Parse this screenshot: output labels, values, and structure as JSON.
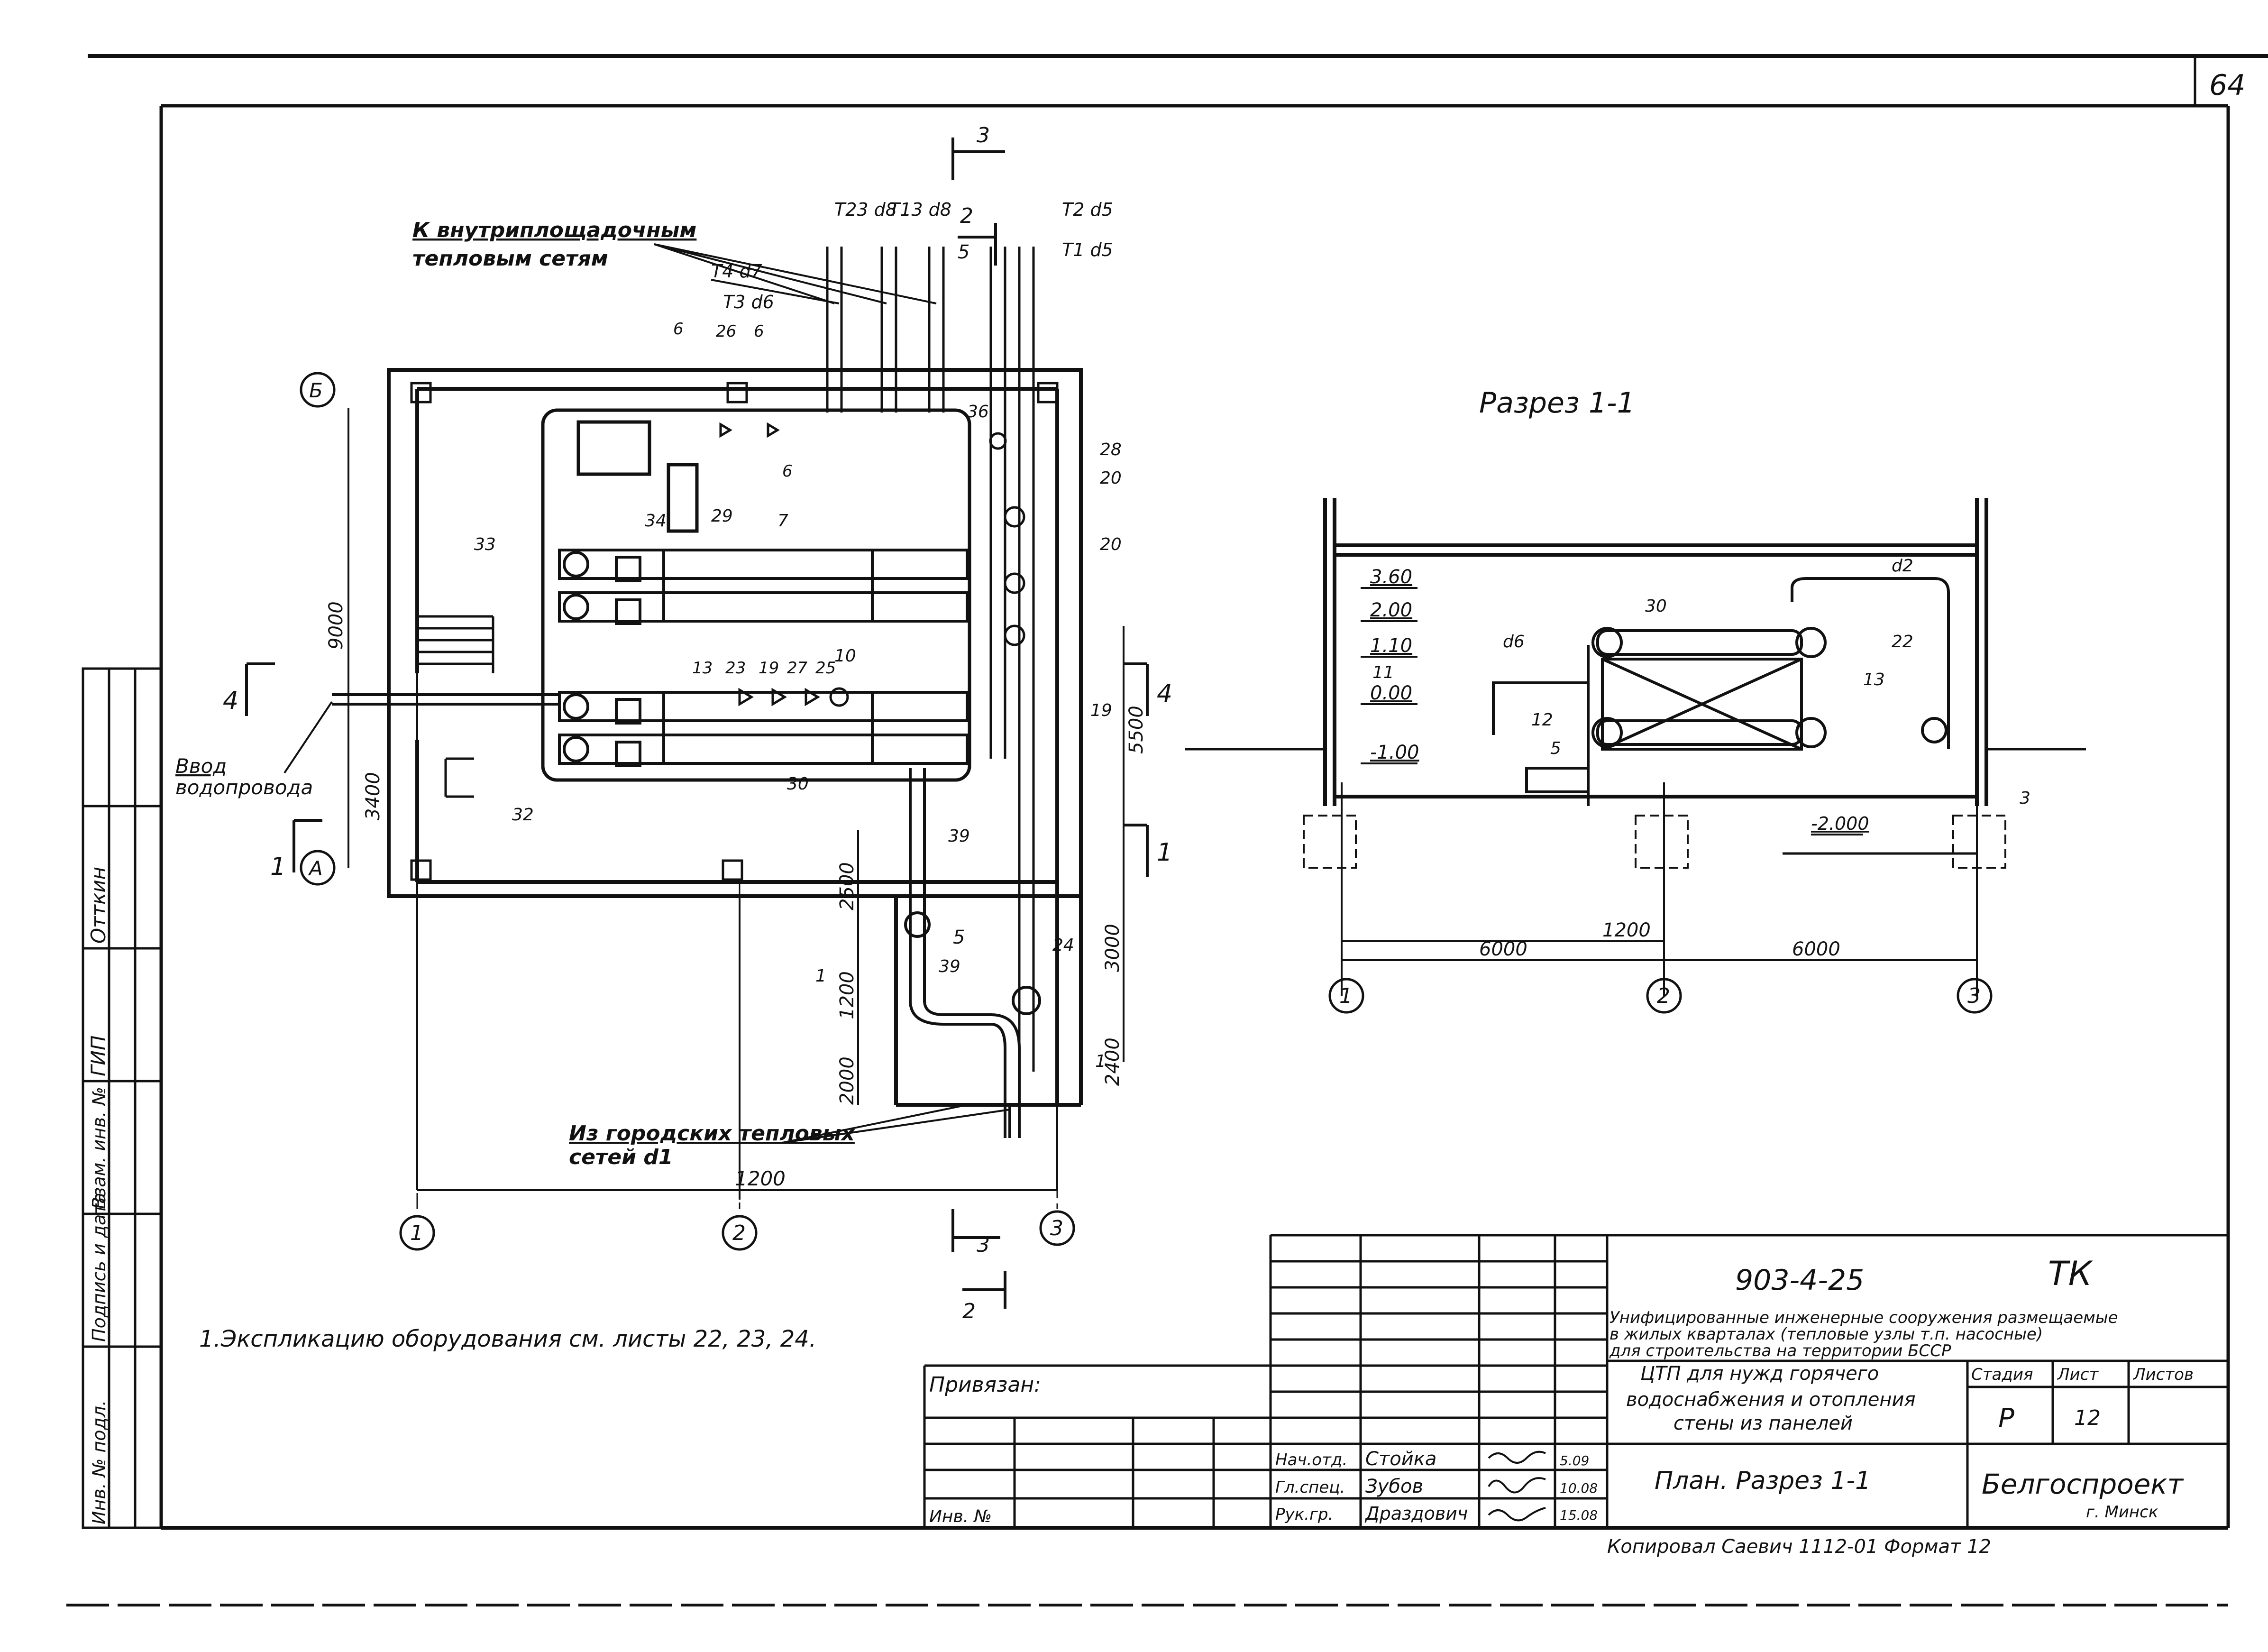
{
  "sheet": {
    "page_number": "64",
    "project_code": "903-4-25",
    "section_code": "ТК",
    "general_title": [
      "Унифицированные инженерные сооружения размещаемые",
      "в жилых кварталах (тепловые узлы т.п. насосные)",
      "для строительства на территории БССР"
    ],
    "object_title": [
      "ЦТП для нужд горячего",
      "водоснабжения и отопления",
      "стены из панелей"
    ],
    "drawing_title": "План. Разрез 1-1",
    "stage_label": "Стадия",
    "sheet_label": "Лист",
    "sheets_label": "Листов",
    "stage": "Р",
    "sheet_no": "12",
    "organization": "Белгоспроект",
    "city": "г. Минск",
    "copy_line": "Копировал  Саевич 1112-01  Формат 12",
    "binding": "Привязан:",
    "inv_no": "Инв. №",
    "signatures": [
      {
        "role": "Нач.отд.",
        "name": "Стойка",
        "date": "5.09"
      },
      {
        "role": "Гл.спец.",
        "name": "Зубов",
        "date": "10.08"
      },
      {
        "role": "Рук.гр.",
        "name": "Драздович",
        "date": "15.08"
      }
    ],
    "side_stamp": [
      "Инв. № подл.",
      "Подпись и дата",
      "Взам. инв. №",
      "ГИП",
      "Отткин"
    ]
  },
  "note": "1.Экспликацию оборудования см. листы 22, 23, 24.",
  "plan": {
    "label_heat_out": [
      "К внутриплощадочным",
      "тепловым сетям"
    ],
    "label_heat_in": [
      "Из городских тепловых",
      "сетей d1"
    ],
    "label_water_in": [
      "Ввод",
      "водопровода"
    ],
    "axes": [
      "1",
      "2",
      "3"
    ],
    "rows": [
      "Б",
      "А"
    ],
    "pipes_top": [
      "Т23 d8",
      "Т13 d8",
      "Т2 d5",
      "Т1 d5",
      "Т4 d7",
      "Т3 d6"
    ],
    "dims": [
      "1200",
      "9000",
      "3400",
      "5500",
      "3000",
      "2500",
      "1200",
      "2000",
      "2400"
    ],
    "callouts": [
      "36",
      "28",
      "20",
      "20",
      "19",
      "24",
      "1",
      "1",
      "39",
      "39",
      "33",
      "32",
      "34",
      "29",
      "30",
      "7",
      "10",
      "13",
      "23",
      "19",
      "27",
      "25",
      "26",
      "6",
      "6",
      "6"
    ],
    "cut_marks": [
      "3",
      "2",
      "5",
      "4",
      "4",
      "1",
      "1",
      "5",
      "3",
      "2"
    ]
  },
  "section": {
    "title": "Разрез 1-1",
    "levels": [
      "3.60",
      "2.00",
      "1.10",
      "0.00",
      "-1.00",
      "-2.000"
    ],
    "dims": [
      "1200",
      "6000",
      "6000"
    ],
    "axes": [
      "1",
      "2",
      "3"
    ],
    "callouts": [
      "30",
      "d2",
      "22",
      "d6",
      "11",
      "12",
      "5",
      "13",
      "3"
    ]
  }
}
